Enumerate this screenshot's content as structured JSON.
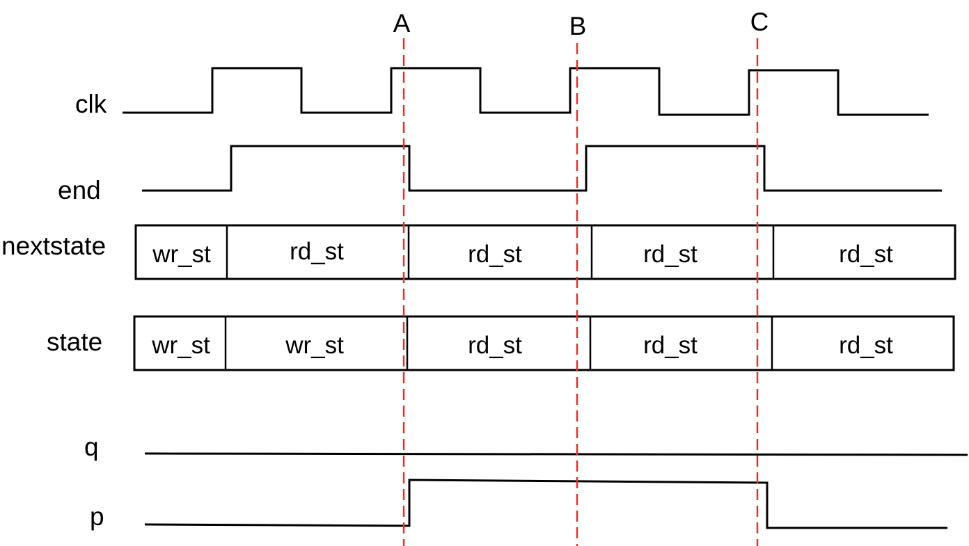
{
  "signals": {
    "clk": "clk",
    "end": "end",
    "nextstate": "nextstate",
    "state": "state",
    "q": "q",
    "p": "p"
  },
  "markers": {
    "a": "A",
    "b": "B",
    "c": "C",
    "color": "#e53030"
  },
  "nextstate_values": [
    "wr_st",
    "rd_st",
    "rd_st",
    "rd_st",
    "rd_st"
  ],
  "state_values": [
    "wr_st",
    "wr_st",
    "rd_st",
    "rd_st",
    "rd_st"
  ]
}
